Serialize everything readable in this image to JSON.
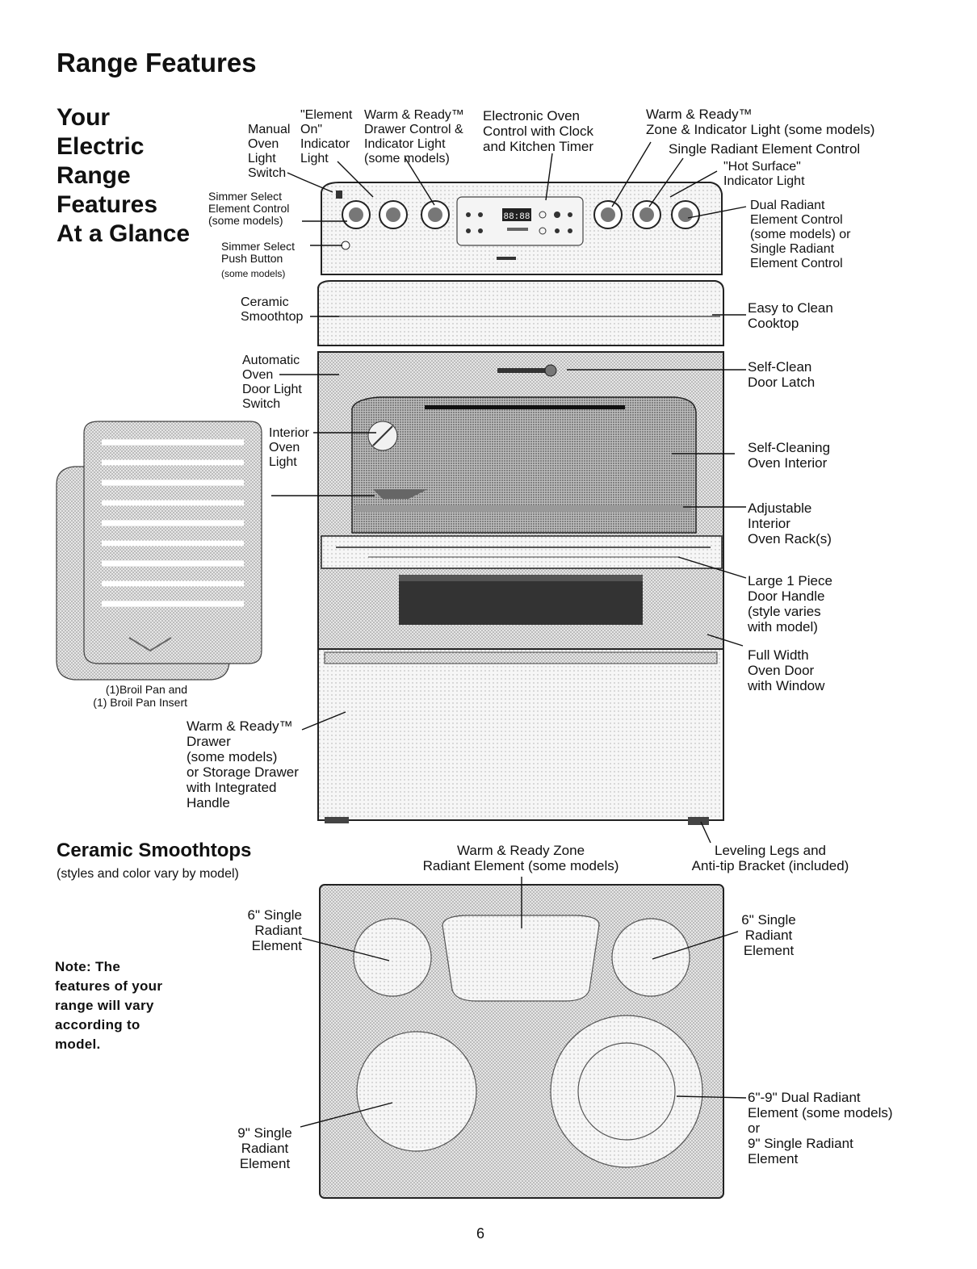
{
  "page": {
    "title": "Range Features",
    "section_heading": "Your\nElectric\nRange\nFeatures\nAt a Glance",
    "page_number": "6",
    "note": "Note: The\nfeatures of your\nrange will vary\naccording to\nmodel."
  },
  "display": {
    "clock": "88:88"
  },
  "labels": {
    "manual_light_switch": "Manual\nOven\nLight\nSwitch",
    "element_on_light": "\"Element\nOn\"\nIndicator\nLight",
    "warm_ready_drawer_control": "Warm & Ready™\nDrawer Control &\nIndicator Light\n(some models)",
    "electronic_control": "Electronic Oven\nControl with Clock\nand Kitchen Timer",
    "warm_ready_zone_light": "Warm & Ready™\nZone & Indicator Light (some models)",
    "single_radiant_control": "Single Radiant Element Control",
    "hot_surface_light": "\"Hot Surface\"\nIndicator Light",
    "simmer_select_control": "Simmer Select\nElement Control\n(some models)",
    "simmer_select_button": "Simmer Select\nPush Button",
    "simmer_select_button_note": "(some models)",
    "dual_radiant_control": "Dual Radiant\nElement Control\n(some models) or\nSingle Radiant\nElement Control",
    "ceramic_smoothtop": "Ceramic\nSmoothtop",
    "easy_clean_cooktop": "Easy to Clean\nCooktop",
    "door_light_switch": "Automatic\nOven\nDoor Light\nSwitch",
    "self_clean_latch": "Self-Clean\nDoor Latch",
    "interior_light": "Interior\nOven\nLight",
    "self_cleaning_interior": "Self-Cleaning\nOven Interior",
    "adjustable_rack": "Adjustable\nInterior\nOven Rack(s)",
    "door_handle": "Large 1 Piece\nDoor Handle\n(style varies\nwith model)",
    "full_width_door": "Full Width\nOven Door\nwith Window",
    "broil_pan": "(1)Broil Pan and\n(1) Broil Pan Insert",
    "warm_ready_drawer": "Warm & Ready™\nDrawer\n(some models)\nor Storage Drawer\nwith Integrated\nHandle",
    "leveling_legs": "Leveling Legs and\nAnti-tip Bracket (included)"
  },
  "smoothtop": {
    "heading": "Ceramic Smoothtops",
    "subheading": "(styles and color vary by model)",
    "warm_zone": "Warm & Ready Zone\nRadiant Element (some models)",
    "left_6in": "6\" Single\nRadiant\nElement",
    "right_6in": "6\" Single\nRadiant\nElement",
    "left_9in": "9\" Single\nRadiant\nElement",
    "right_dual": "6\"-9\" Dual Radiant\nElement (some models)\nor\n9\" Single Radiant\nElement"
  }
}
